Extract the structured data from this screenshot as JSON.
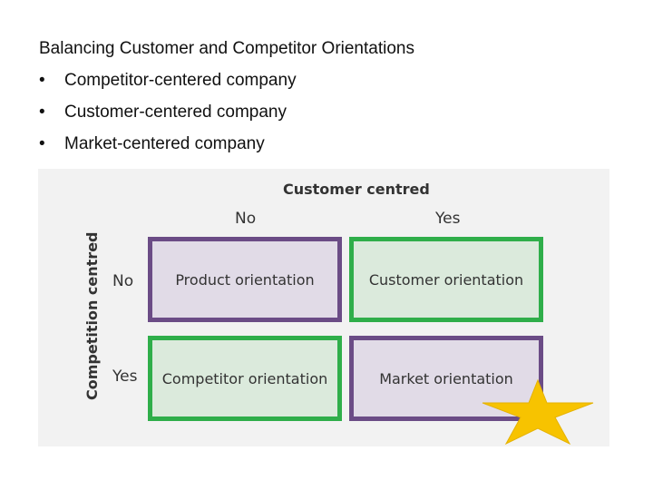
{
  "slide": {
    "title": "Balancing Customer and Competitor Orientations",
    "bullets": [
      "Competitor-centered company",
      "Customer-centered company",
      "Market-centered company"
    ]
  },
  "matrix": {
    "top_axis_label": "Customer centred",
    "left_axis_label": "Competition centred",
    "columns": [
      "No",
      "Yes"
    ],
    "rows": [
      "No",
      "Yes"
    ],
    "cells": [
      [
        "Product orientation",
        "Customer orientation"
      ],
      [
        "Competitor orientation",
        "Market orientation"
      ]
    ],
    "colors": {
      "purple_border": "#6b4c86",
      "purple_fill": "#e1dbe7",
      "green_border": "#2fae4a",
      "green_fill": "#dbeadc",
      "star": "#f7c300"
    },
    "highlight_icon": "star-icon"
  }
}
